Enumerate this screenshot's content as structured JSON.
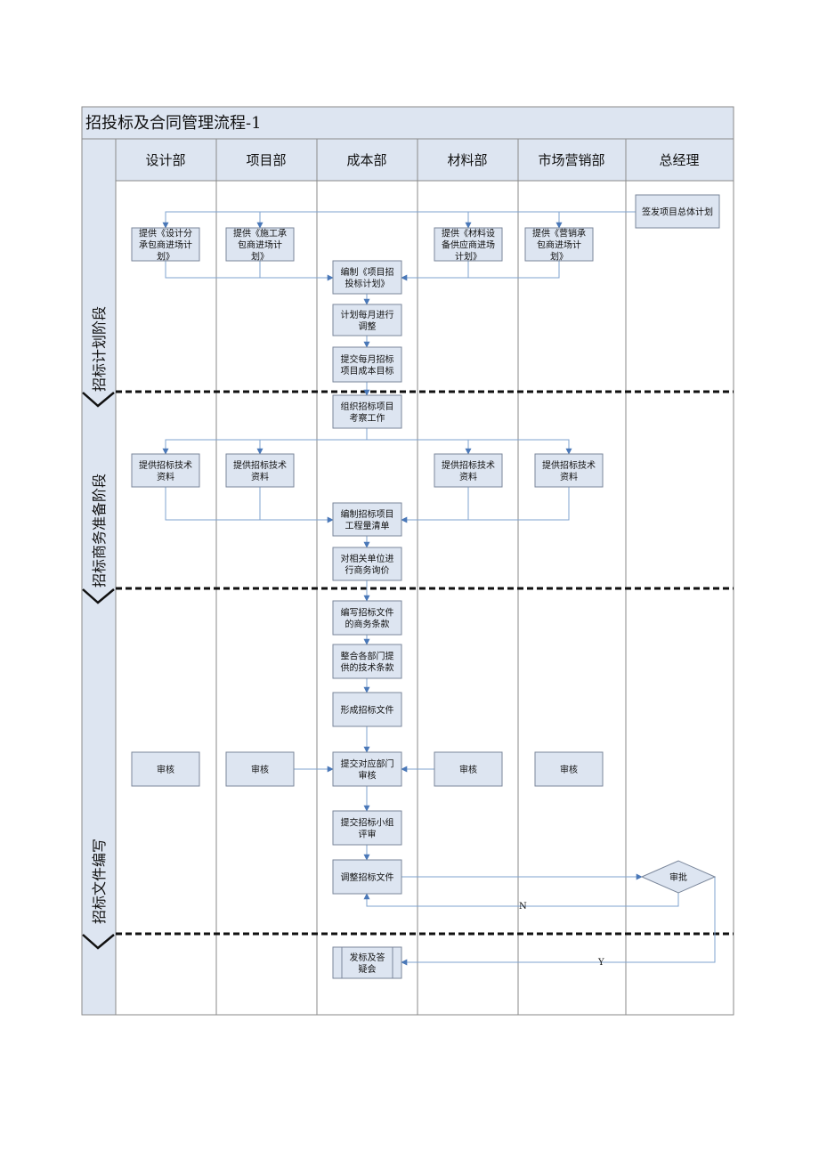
{
  "title": "招投标及合同管理流程-1",
  "departments": [
    "设计部",
    "项目部",
    "成本部",
    "材料部",
    "市场营销部",
    "总经理"
  ],
  "phases": [
    "招标计划阶段",
    "招标商务准备阶段",
    "招标文件编写"
  ],
  "nodes": {
    "n_sign": [
      "签发项目总体计划"
    ],
    "n_d1": [
      "提供《设计分",
      "承包商进场计",
      "划》"
    ],
    "n_p1": [
      "提供《施工承",
      "包商进场计",
      "划》"
    ],
    "n_m1": [
      "提供《材料设",
      "备供应商进场",
      "计划》"
    ],
    "n_k1": [
      "提供《营销承",
      "包商进场计",
      "划》"
    ],
    "n_c1": [
      "编制《项目招",
      "投标计划》"
    ],
    "n_c2": [
      "计划每月进行",
      "调整"
    ],
    "n_c3": [
      "提交每月招标",
      "项目成本目标"
    ],
    "n_c4": [
      "组织招标项目",
      "考察工作"
    ],
    "n_d2": [
      "提供招标技术",
      "资料"
    ],
    "n_p2": [
      "提供招标技术",
      "资料"
    ],
    "n_m2": [
      "提供招标技术",
      "资料"
    ],
    "n_k2": [
      "提供招标技术",
      "资料"
    ],
    "n_c5": [
      "编制招标项目",
      "工程量清单"
    ],
    "n_c6": [
      "对相关单位进",
      "行商务询价"
    ],
    "n_c7": [
      "编写招标文件",
      "的商务条款"
    ],
    "n_c8": [
      "整合各部门提",
      "供的技术条款"
    ],
    "n_c9": [
      "形成招标文件"
    ],
    "n_d3": [
      "审核"
    ],
    "n_p3": [
      "审核"
    ],
    "n_c10": [
      "提交对应部门",
      "审核"
    ],
    "n_m3": [
      "审核"
    ],
    "n_k3": [
      "审核"
    ],
    "n_c11": [
      "提交招标小组",
      "评审"
    ],
    "n_c12": [
      "调整招标文件"
    ],
    "n_gm": [
      "审批"
    ],
    "n_c13": [
      "发标及答",
      "疑会"
    ]
  },
  "edge_labels": {
    "no": "N",
    "yes": "Y"
  }
}
